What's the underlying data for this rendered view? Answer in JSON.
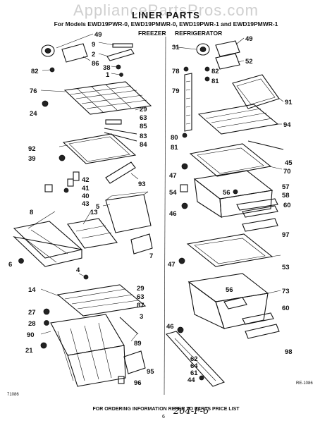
{
  "header": {
    "watermark": "AppliancePartsPros.com",
    "title": "LINER PARTS",
    "models": "For Models EWD19PWR-0, EWD19PMWR-0, EWD19PWR-1 and EWD19PMWR-1"
  },
  "sections": {
    "freezer": "FREEZER",
    "refrigerator": "REFRIGERATOR"
  },
  "footer": {
    "note": "FOR ORDERING INFORMATION REFER TO PARTS PRICE LIST",
    "page_number": "6",
    "code_left": "71086",
    "code_right": "RE-1086",
    "handwritten": "264-F-6"
  },
  "callouts": {
    "c49a": "49",
    "c9": "9",
    "c2": "2",
    "c86": "86",
    "c38": "38",
    "c1": "1",
    "c82a": "82",
    "c76": "76",
    "c24": "24",
    "c29a": "29",
    "c63a": "63",
    "c85": "85",
    "c83": "83",
    "c84": "84",
    "c92": "92",
    "c39": "39",
    "c93": "93",
    "c42": "42",
    "c41": "41",
    "c40": "40",
    "c43": "43",
    "c5": "5",
    "c8": "8",
    "c13": "13",
    "c7": "7",
    "c6": "6",
    "c4": "4",
    "c14": "14",
    "c29b": "29",
    "c63b": "63",
    "c87": "87",
    "c27": "27",
    "c3": "3",
    "c28": "28",
    "c90": "90",
    "c89": "89",
    "c21": "21",
    "c95": "95",
    "c96": "96",
    "c31": "31",
    "c49b": "49",
    "c52": "52",
    "c78": "78",
    "c82b": "82",
    "c81a": "81",
    "c79": "79",
    "c91": "91",
    "c80": "80",
    "c81b": "81",
    "c94": "94",
    "c45": "45",
    "c70": "70",
    "c47a": "47",
    "c54": "54",
    "c56a": "56",
    "c57": "57",
    "c58": "58",
    "c46a": "46",
    "c60a": "60",
    "c97": "97",
    "c47b": "47",
    "c53": "53",
    "c73": "73",
    "c56b": "56",
    "c60b": "60",
    "c46b": "46",
    "c62": "62",
    "c64": "64",
    "c61": "61",
    "c44": "44",
    "c98": "98"
  }
}
